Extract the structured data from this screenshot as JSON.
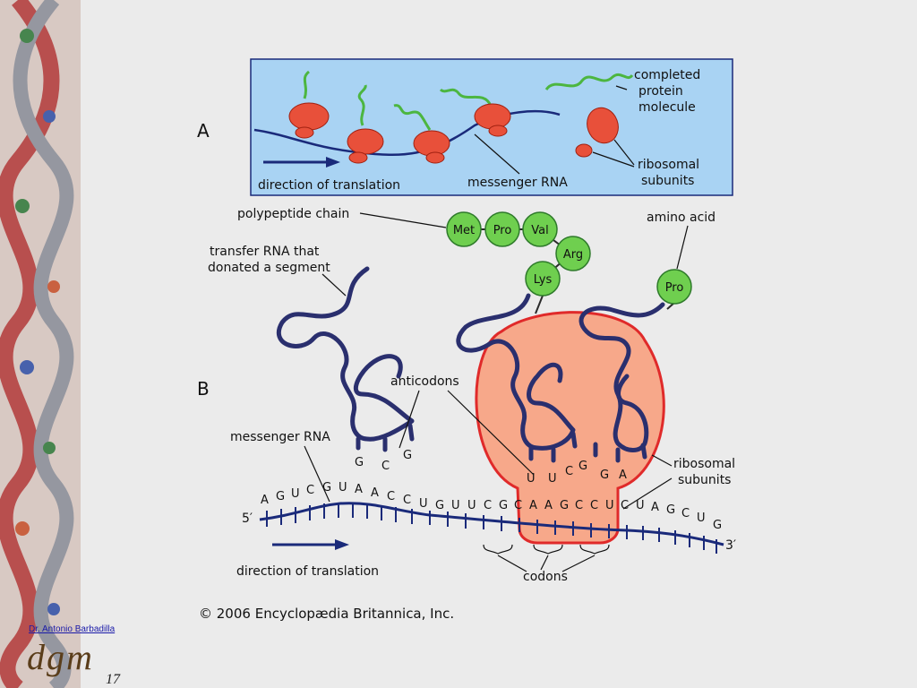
{
  "panel_a": {
    "label": "A",
    "completed_protein": [
      "completed",
      "protein",
      "molecule"
    ],
    "ribosomal_subunits": [
      "ribosomal",
      "subunits"
    ],
    "direction": "direction of translation",
    "mrna": "messenger RNA"
  },
  "panel_b": {
    "label": "B",
    "polypeptide_chain": "polypeptide chain",
    "amino_acid": "amino acid",
    "transfer_rna": [
      "transfer RNA that",
      "donated a segment"
    ],
    "anticodons": "anticodons",
    "mrna": "messenger RNA",
    "ribosomal_subunits": [
      "ribosomal",
      "subunits"
    ],
    "direction": "direction of translation",
    "codons": "codons",
    "five_prime": "5′",
    "three_prime": "3′",
    "amino_acids": [
      "Met",
      "Pro",
      "Val",
      "Arg",
      "Lys",
      "Pro"
    ],
    "bases": [
      "A",
      "G",
      "U",
      "C",
      "G",
      "U",
      "A",
      "A",
      "C",
      "C",
      "U",
      "G",
      "U",
      "U",
      "C",
      "G",
      "C",
      "A",
      "A",
      "G",
      "C",
      "C",
      "U",
      "C",
      "U",
      "A",
      "G",
      "C",
      "U",
      "G"
    ],
    "anticodon_left": [
      "G",
      "C",
      "G"
    ],
    "anticodon_mid": [
      "U",
      "U",
      "C"
    ],
    "anticodon_right": [
      "G",
      "G",
      "A"
    ]
  },
  "copyright": "© 2006 Encyclopædia Britannica, Inc.",
  "footer": {
    "author": "Dr. Antonio Barbadilla",
    "logo": "dgm",
    "slide_number": "17"
  },
  "colors": {
    "panel_bg": "#a9d3f3",
    "ribosome": "#e8503a",
    "ribosome_b": "#f7a88a",
    "ribosome_b_border": "#e02a2a",
    "amino_acid": "#6fcf4f",
    "trna": "#2a2f6e",
    "protein": "#4cb640"
  }
}
